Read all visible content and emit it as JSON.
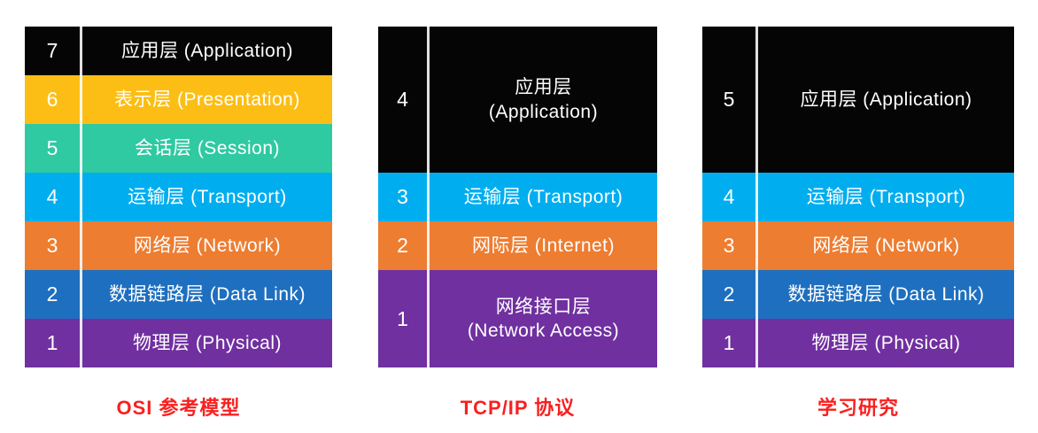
{
  "colors": {
    "background": "#ffffff",
    "caption_red": "#f92020",
    "divider_white": "#ffffff",
    "text_white": "#ffffff",
    "layer_black": "#050505",
    "layer_yellow": "#fcbe14",
    "layer_green": "#2fc9a2",
    "layer_lightblue": "#00aeef",
    "layer_orange": "#ed7d31",
    "layer_darkblue": "#1e6fbf",
    "layer_purple": "#7030a0"
  },
  "columns": [
    {
      "id": "osi",
      "caption": "OSI 参考模型",
      "rows": [
        {
          "num": "7",
          "label": "应用层 (Application)",
          "color": "#050505",
          "span": 1
        },
        {
          "num": "6",
          "label": "表示层 (Presentation)",
          "color": "#fcbe14",
          "span": 1
        },
        {
          "num": "5",
          "label": "会话层 (Session)",
          "color": "#2fc9a2",
          "span": 1
        },
        {
          "num": "4",
          "label": "运输层 (Transport)",
          "color": "#00aeef",
          "span": 1
        },
        {
          "num": "3",
          "label": "网络层 (Network)",
          "color": "#ed7d31",
          "span": 1
        },
        {
          "num": "2",
          "label": "数据链路层 (Data Link)",
          "color": "#1e6fbf",
          "span": 1
        },
        {
          "num": "1",
          "label": "物理层 (Physical)",
          "color": "#7030a0",
          "span": 1
        }
      ]
    },
    {
      "id": "tcpip",
      "caption": "TCP/IP 协议",
      "rows": [
        {
          "num": "4",
          "label": "应用层\n(Application)",
          "color": "#050505",
          "span": 3
        },
        {
          "num": "3",
          "label": "运输层 (Transport)",
          "color": "#00aeef",
          "span": 1
        },
        {
          "num": "2",
          "label": "网际层 (Internet)",
          "color": "#ed7d31",
          "span": 1
        },
        {
          "num": "1",
          "label": "网络接口层\n(Network Access)",
          "color": "#7030a0",
          "span": 2
        }
      ]
    },
    {
      "id": "study",
      "caption": "学习研究",
      "rows": [
        {
          "num": "5",
          "label": "应用层 (Application)",
          "color": "#050505",
          "span": 3
        },
        {
          "num": "4",
          "label": "运输层 (Transport)",
          "color": "#00aeef",
          "span": 1
        },
        {
          "num": "3",
          "label": "网络层 (Network)",
          "color": "#ed7d31",
          "span": 1
        },
        {
          "num": "2",
          "label": "数据链路层 (Data Link)",
          "color": "#1e6fbf",
          "span": 1
        },
        {
          "num": "1",
          "label": "物理层 (Physical)",
          "color": "#7030a0",
          "span": 1
        }
      ]
    }
  ]
}
